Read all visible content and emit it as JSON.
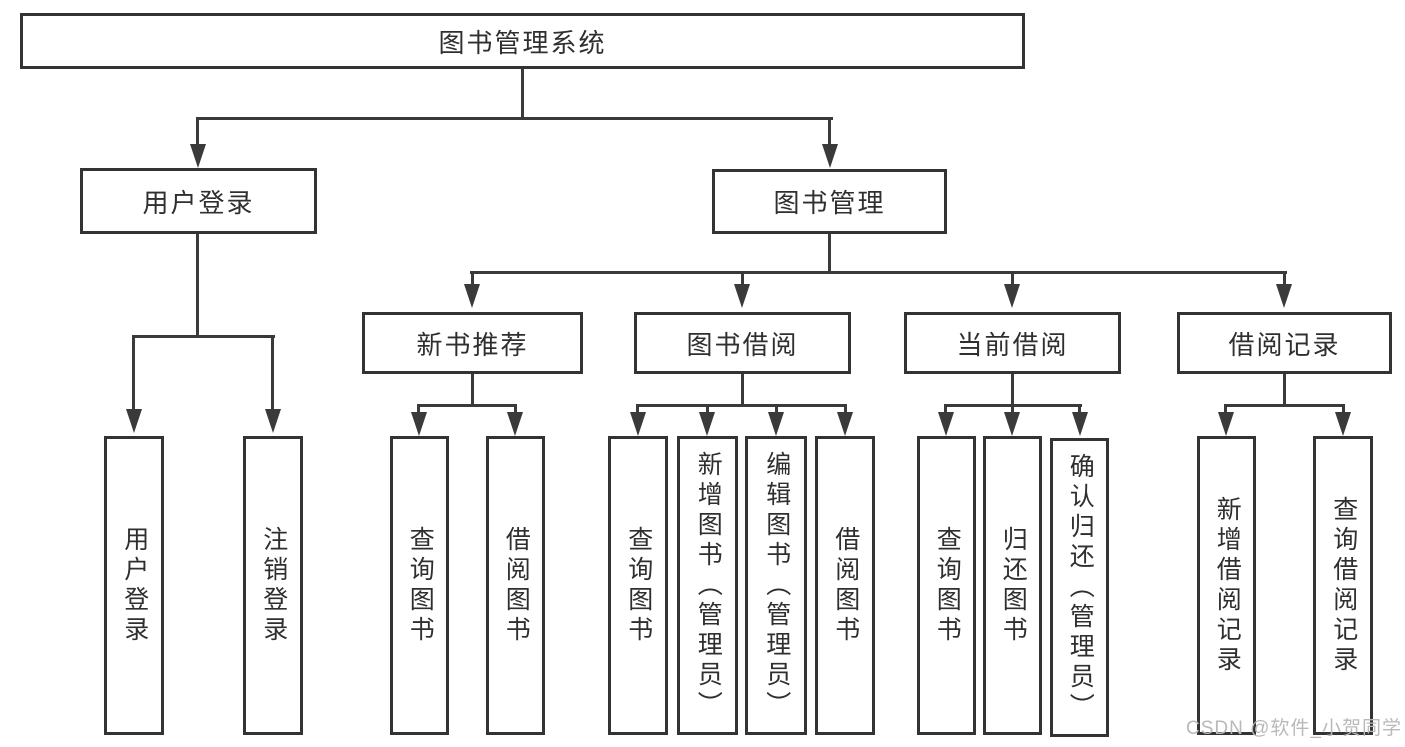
{
  "diagram": {
    "root": {
      "label": "图书管理系统"
    },
    "branches": [
      {
        "label": "用户登录",
        "children": [
          {
            "label": "用户登录"
          },
          {
            "label": "注销登录"
          }
        ]
      },
      {
        "label": "图书管理",
        "groups": [
          {
            "label": "新书推荐",
            "children": [
              {
                "label": "查询图书"
              },
              {
                "label": "借阅图书"
              }
            ]
          },
          {
            "label": "图书借阅",
            "children": [
              {
                "label": "查询图书"
              },
              {
                "label": "新增图书（管理员）"
              },
              {
                "label": "编辑图书（管理员）"
              },
              {
                "label": "借阅图书"
              }
            ]
          },
          {
            "label": "当前借阅",
            "children": [
              {
                "label": "查询图书"
              },
              {
                "label": "归还图书"
              },
              {
                "label": "确认归还（管理员）"
              }
            ]
          },
          {
            "label": "借阅记录",
            "children": [
              {
                "label": "新增借阅记录"
              },
              {
                "label": "查询借阅记录"
              }
            ]
          }
        ]
      }
    ]
  },
  "watermark": "CSDN @软件_小贺同学",
  "colors": {
    "line": "#3a3a3a",
    "border": "#333333",
    "text": "#2f2f2f",
    "watermark": "#b9b9b9",
    "background": "#ffffff"
  }
}
